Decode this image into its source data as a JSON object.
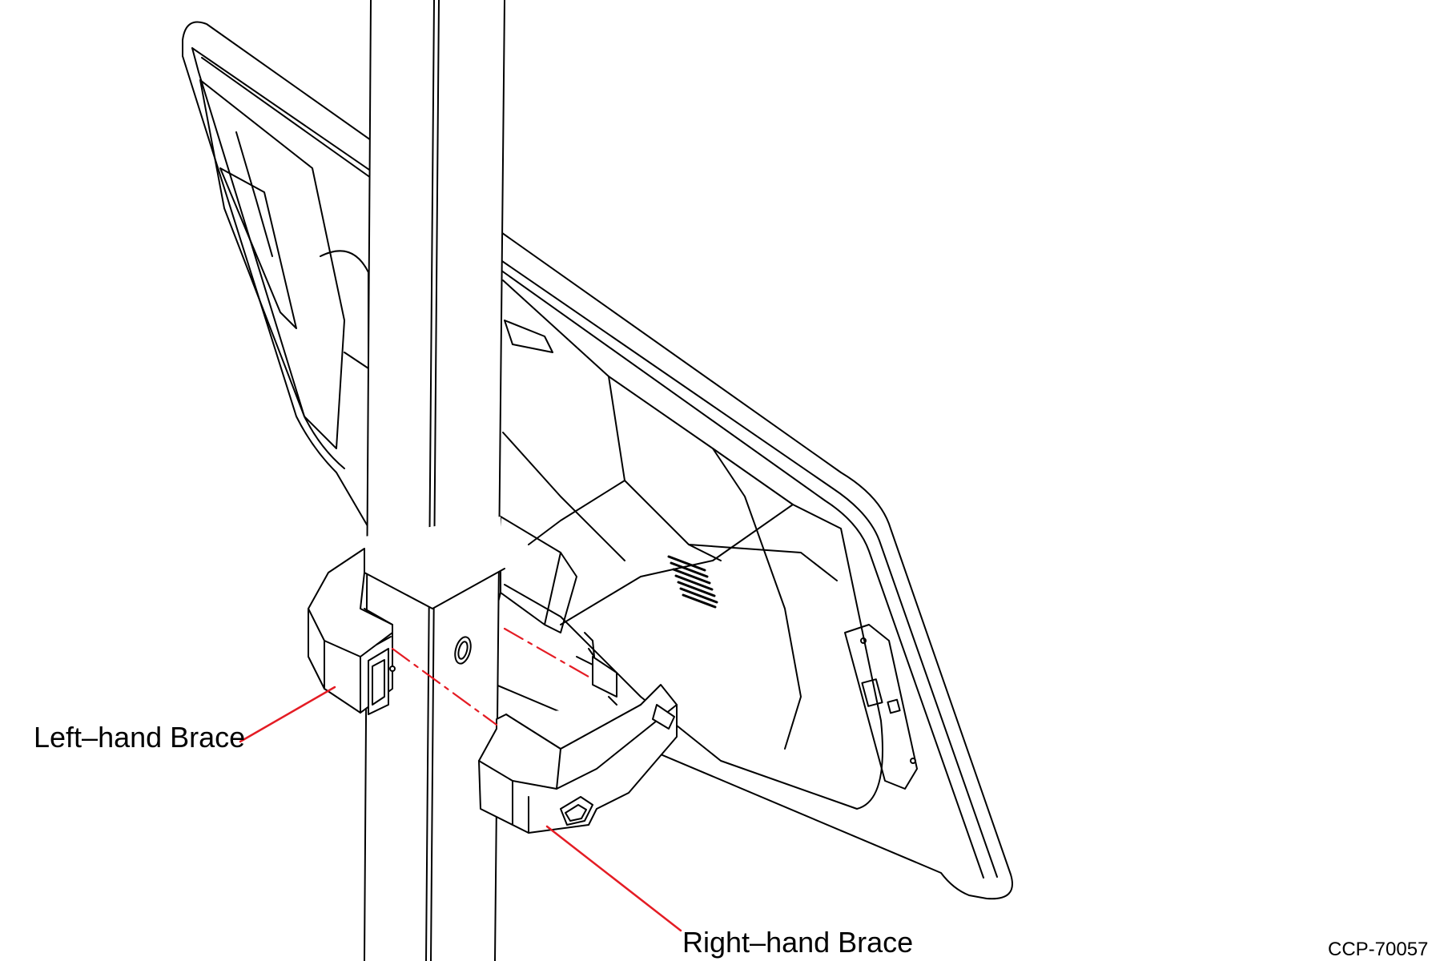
{
  "labels": {
    "left_brace": "Left–hand Brace",
    "right_brace": "Right–hand Brace",
    "figure_id": "CCP-70057"
  },
  "colors": {
    "line": "#000000",
    "callout": "#e41c24",
    "background": "#ffffff"
  }
}
